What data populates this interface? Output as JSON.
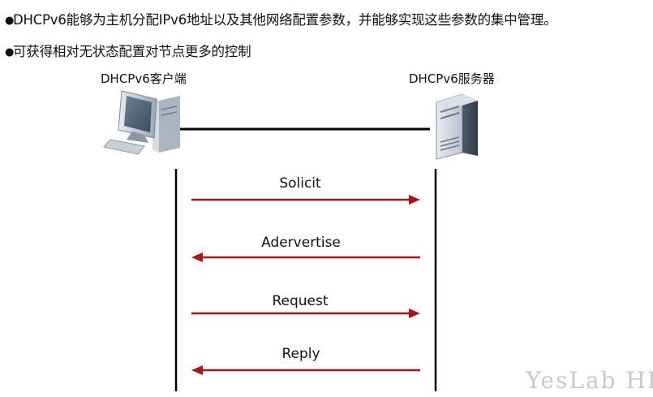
{
  "bullets": [
    {
      "marker": "●",
      "text": "DHCPv6能够为主机分配IPv6地址以及其他网络配置参数，并能够实现这些参数的集中管理。"
    },
    {
      "marker": "●",
      "text": "可获得相对无状态配置对节点更多的控制"
    }
  ],
  "nodes": {
    "client": "DHCPv6客户端",
    "server": "DHCPv6服务器"
  },
  "messages": [
    {
      "label": "Solicit",
      "direction": "client-to-server"
    },
    {
      "label": "Adervertise",
      "direction": "server-to-client"
    },
    {
      "label": "Request",
      "direction": "client-to-server"
    },
    {
      "label": "Reply",
      "direction": "server-to-client"
    }
  ],
  "colors": {
    "arrow": "#a3161c",
    "lifeline": "#000000",
    "link": "#000000"
  },
  "watermark": "YesLab HI"
}
